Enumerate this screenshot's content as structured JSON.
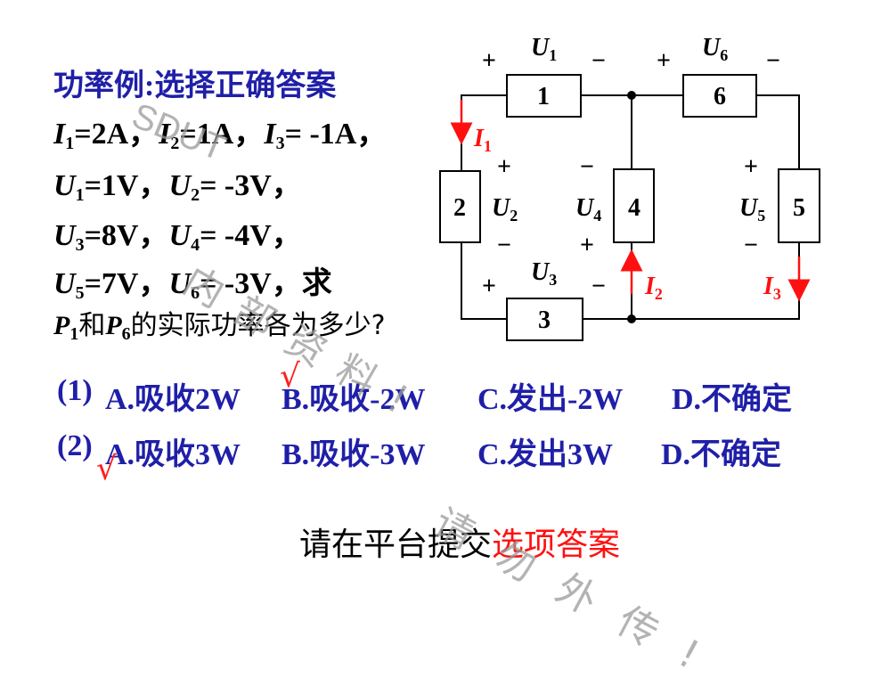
{
  "problem": {
    "title": "功率例:选择正确答案",
    "given_line1": {
      "I1": "=2A，",
      "I2": "=1A，",
      "I3": "= -1A，"
    },
    "given_line2": {
      "U1": "=1V，",
      "U2": "= -3V，"
    },
    "given_line3": {
      "U3": "=8V，",
      "U4": "= -4V，"
    },
    "given_line4": {
      "U5": "=7V，",
      "U6": "= -3V，求"
    },
    "question": {
      "and": "和",
      "rest": "的实际功率各为多少?"
    }
  },
  "options": {
    "q1": {
      "num": "(1)",
      "a": "A.吸收2W",
      "b": "B.吸收-2W",
      "c": "C.发出-2W",
      "d": "D.不确定"
    },
    "q2": {
      "num": "(2)",
      "a": "A.吸收3W",
      "b": "B.吸收-3W",
      "c": "C.发出3W",
      "d": "D.不确定"
    },
    "check_mark": "√"
  },
  "footer": {
    "black": "请在平台提交",
    "red": "选项答案"
  },
  "watermark": {
    "brand": "SDUT",
    "line1": "内部资料!",
    "line2": "请勿外传!"
  },
  "circuit": {
    "elements": [
      "1",
      "2",
      "3",
      "4",
      "5",
      "6"
    ],
    "voltages": {
      "U1": "U",
      "U2": "U",
      "U3": "U",
      "U4": "U",
      "U5": "U",
      "U6": "U"
    },
    "subs": {
      "U1": "1",
      "U2": "2",
      "U3": "3",
      "U4": "4",
      "U5": "5",
      "U6": "6"
    },
    "currents": {
      "I1": "I",
      "I2": "I",
      "I3": "I",
      "sub1": "1",
      "sub2": "2",
      "sub3": "3"
    },
    "plus": "+",
    "minus": "−"
  },
  "colors": {
    "blue": "#1f1fa8",
    "red": "#ff1010",
    "watermark": "#9a9a9a"
  }
}
